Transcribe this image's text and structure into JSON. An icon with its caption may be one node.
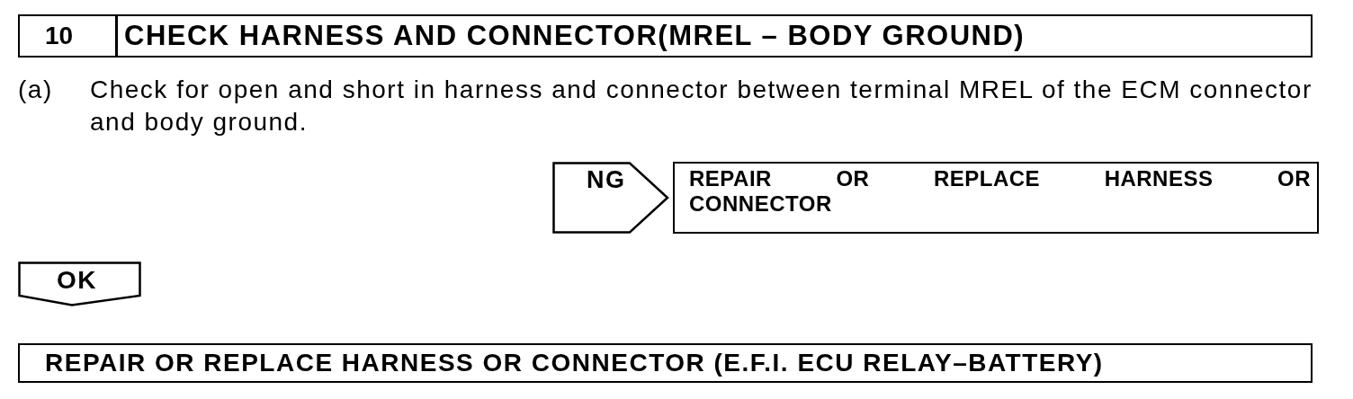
{
  "diagram": {
    "nodes": [
      {
        "text": [
          "10",
          "CHECK HARNESS AND CONNECTOR(MREL – BODY GROUND)"
        ]
      },
      {
        "text": [
          "NG"
        ]
      },
      {
        "text": [
          "REPAIR OR REPLACE HARNESS OR CONNECTOR"
        ]
      },
      {
        "text": [
          "OK"
        ]
      },
      {
        "text": [
          "REPAIR OR REPLACE HARNESS OR CONNECTOR (E.F.I. ECU RELAY–BATTERY)"
        ]
      }
    ],
    "labels": [
      "(a)",
      "Check for open and short in harness and connector between terminal MREL of the ECM connector and body ground."
    ]
  }
}
